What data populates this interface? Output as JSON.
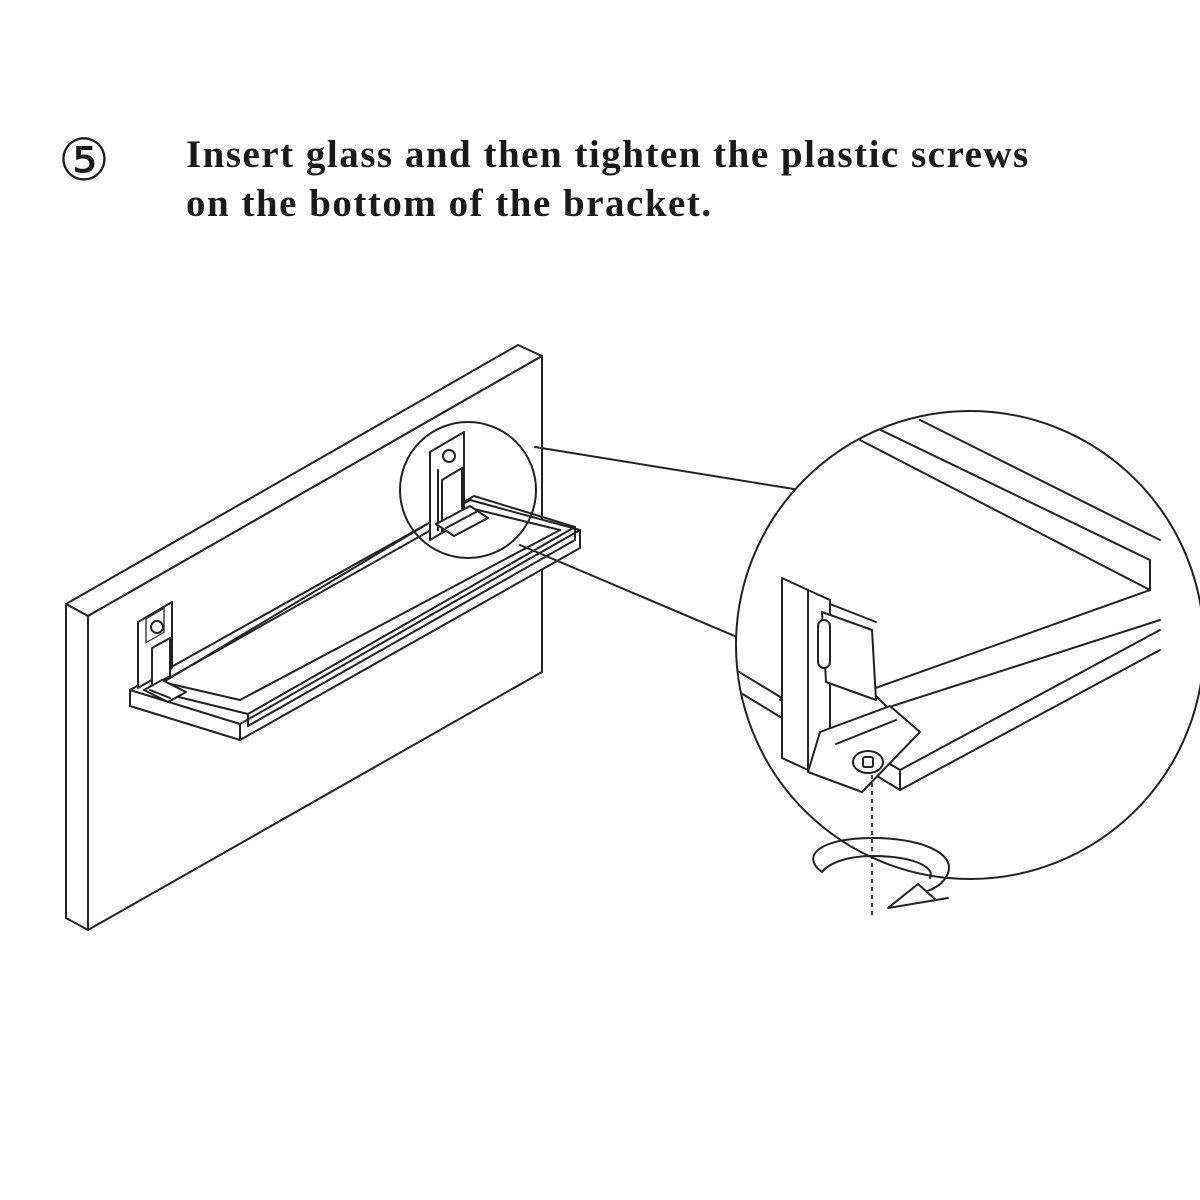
{
  "step": {
    "number": "⑤",
    "instruction_lines": [
      "Insert glass and then tighten the plastic screws",
      "on the bottom of the bracket."
    ]
  },
  "illustration": {
    "objects": [
      "wall-panel",
      "glass-shelf",
      "bracket-left",
      "bracket-right",
      "magnifier-circle",
      "detail-bracket",
      "detail-screw",
      "rotation-arrow"
    ]
  }
}
